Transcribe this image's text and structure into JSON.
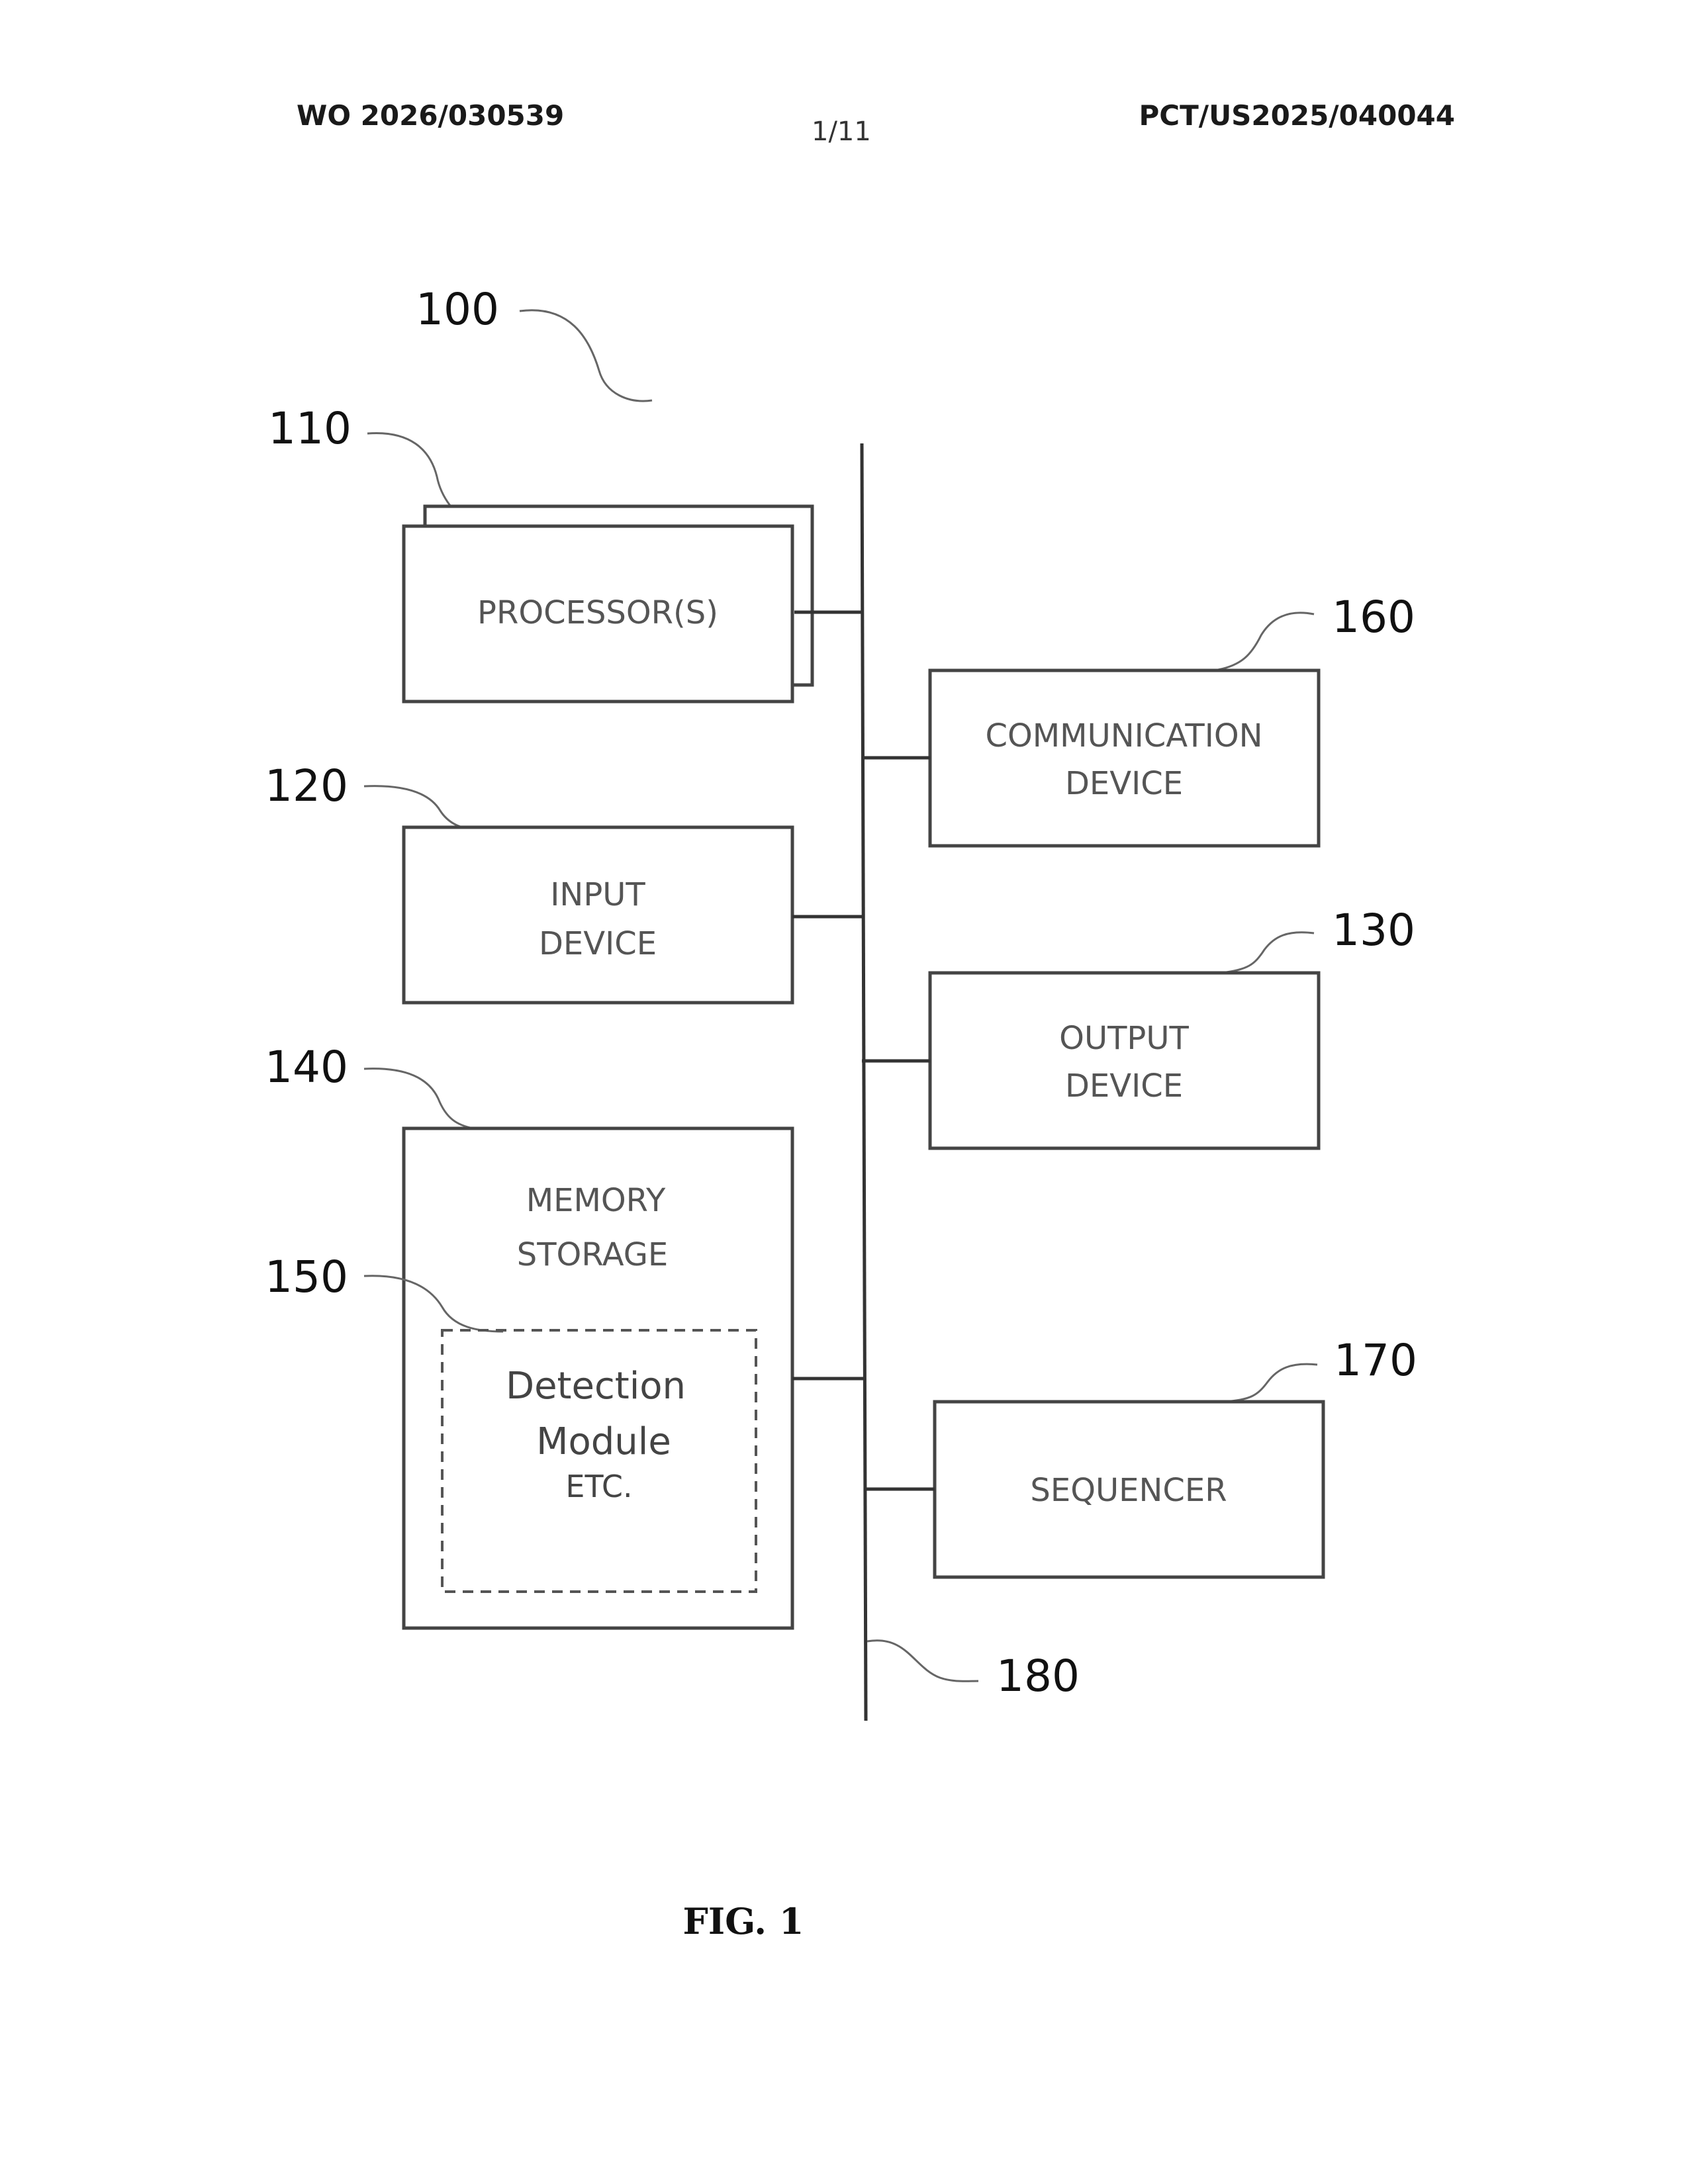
{
  "header": {
    "publication_number": "WO 2026/030539",
    "sheet": "1/11",
    "application_number": "PCT/US2025/040044"
  },
  "diagram": {
    "system_ref": "100",
    "bus_ref": "180",
    "blocks": {
      "processor": {
        "ref": "110",
        "lines": [
          "PROCESSOR(S)"
        ]
      },
      "input": {
        "ref": "120",
        "lines": [
          "INPUT",
          "DEVICE"
        ]
      },
      "memory": {
        "ref": "140",
        "lines": [
          "MEMORY",
          "STORAGE"
        ]
      },
      "module": {
        "ref": "150",
        "lines": [
          "Detection",
          "Module",
          "ETC."
        ]
      },
      "communication": {
        "ref": "160",
        "lines": [
          "COMMUNICATION",
          "DEVICE"
        ]
      },
      "output": {
        "ref": "130",
        "lines": [
          "OUTPUT",
          "DEVICE"
        ]
      },
      "sequencer": {
        "ref": "170",
        "lines": [
          "SEQUENCER"
        ]
      }
    }
  },
  "caption": "FIG. 1"
}
